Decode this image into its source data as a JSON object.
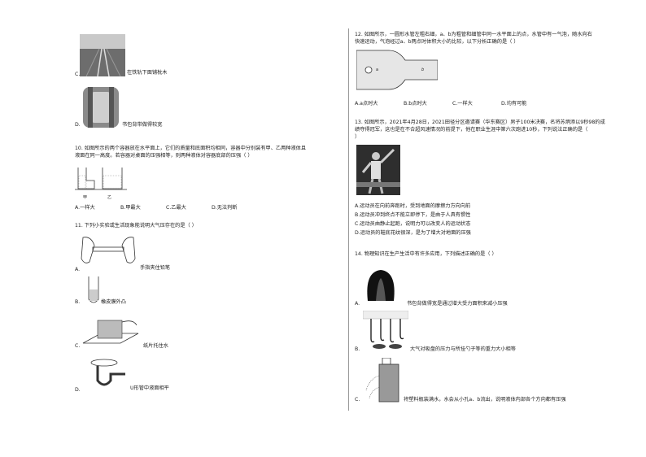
{
  "left": {
    "q_prev": {
      "option_c": "C.",
      "option_c_text": "在铁轨下面铺枕木",
      "option_d": "D.",
      "option_d_text": "书包背带做得较宽"
    },
    "q10": {
      "stem_line1": "10. 如图所示的两个容器放在水平面上，它们的质量和底面积均相同，容器中分别装有甲、乙两种液体且",
      "stem_line2": "液面在同一高度。若容器对桌面的压强相等，则两种液体对容器底部的压强（     ）",
      "label_jia": "甲",
      "label_yi": "乙",
      "options": [
        "A.一样大",
        "B.甲最大",
        "C.乙最大",
        "D.无法判断"
      ]
    },
    "q11": {
      "stem": "11. 下列小实验或生活现象能说明大气压存在的是（     ）",
      "a_letter": "A.",
      "a_text": "手指夹住铅笔",
      "b_letter": "B.",
      "b_text": "橡皮膜外凸",
      "c_letter": "C.",
      "c_text": "纸片托住水",
      "d_letter": "D.",
      "d_text": "U形管中液面相平"
    }
  },
  "right": {
    "q12": {
      "stem_line1": "12. 如图所示，一圆形水管左粗右细，a、b为粗管和细管中同一水平面上的点，水管中有一气泡，随水向右",
      "stem_line2": "快速运动，气泡经过a、b两点时体积大小的比较，以下分析正确的是（     ）",
      "label_a": "a",
      "label_b": "b",
      "options": [
        "A.a点时大",
        "B.b点时大",
        "C.一样大",
        "D.均有可能"
      ]
    },
    "q13": {
      "stem_line1": "13. 如图所示，2021年4月28日，2021田径分区邀请赛（华东赛区）男子100米决赛，名将苏炳添以9秒98的成",
      "stem_line2": "绩夺得冠军，这也是在不合超风速情况的前提下，他在职业生涯中第六次跑进10秒，下列说法正确的是（",
      "stem_line3": "    ）",
      "options": [
        "A.运动员在向前奔跑时，受到地面的摩擦力方向向前",
        "B.运动员冲到终点不能立即停下，是由于人具有惯性",
        "C.运动员由静止起跑，说明力可以改变人的运动状态",
        "D.运动员的鞋底花纹很深，是为了增大对地面的压强"
      ]
    },
    "q14": {
      "stem": "14. 物理知识在生产生活中有许多应用，下列描述正确的是（     ）",
      "a_letter": "A.",
      "a_text": "书包背做得宽是通过增大受力面积来减小压强",
      "b_letter": "B.",
      "b_text": "大气对吸盘的压力与所挂勺子等的重力大小相等",
      "c_letter": "C.",
      "c_text": "将塑料瓶装满水，水会从小孔a、b流出，说明液体内部各个方向都有压强"
    }
  }
}
